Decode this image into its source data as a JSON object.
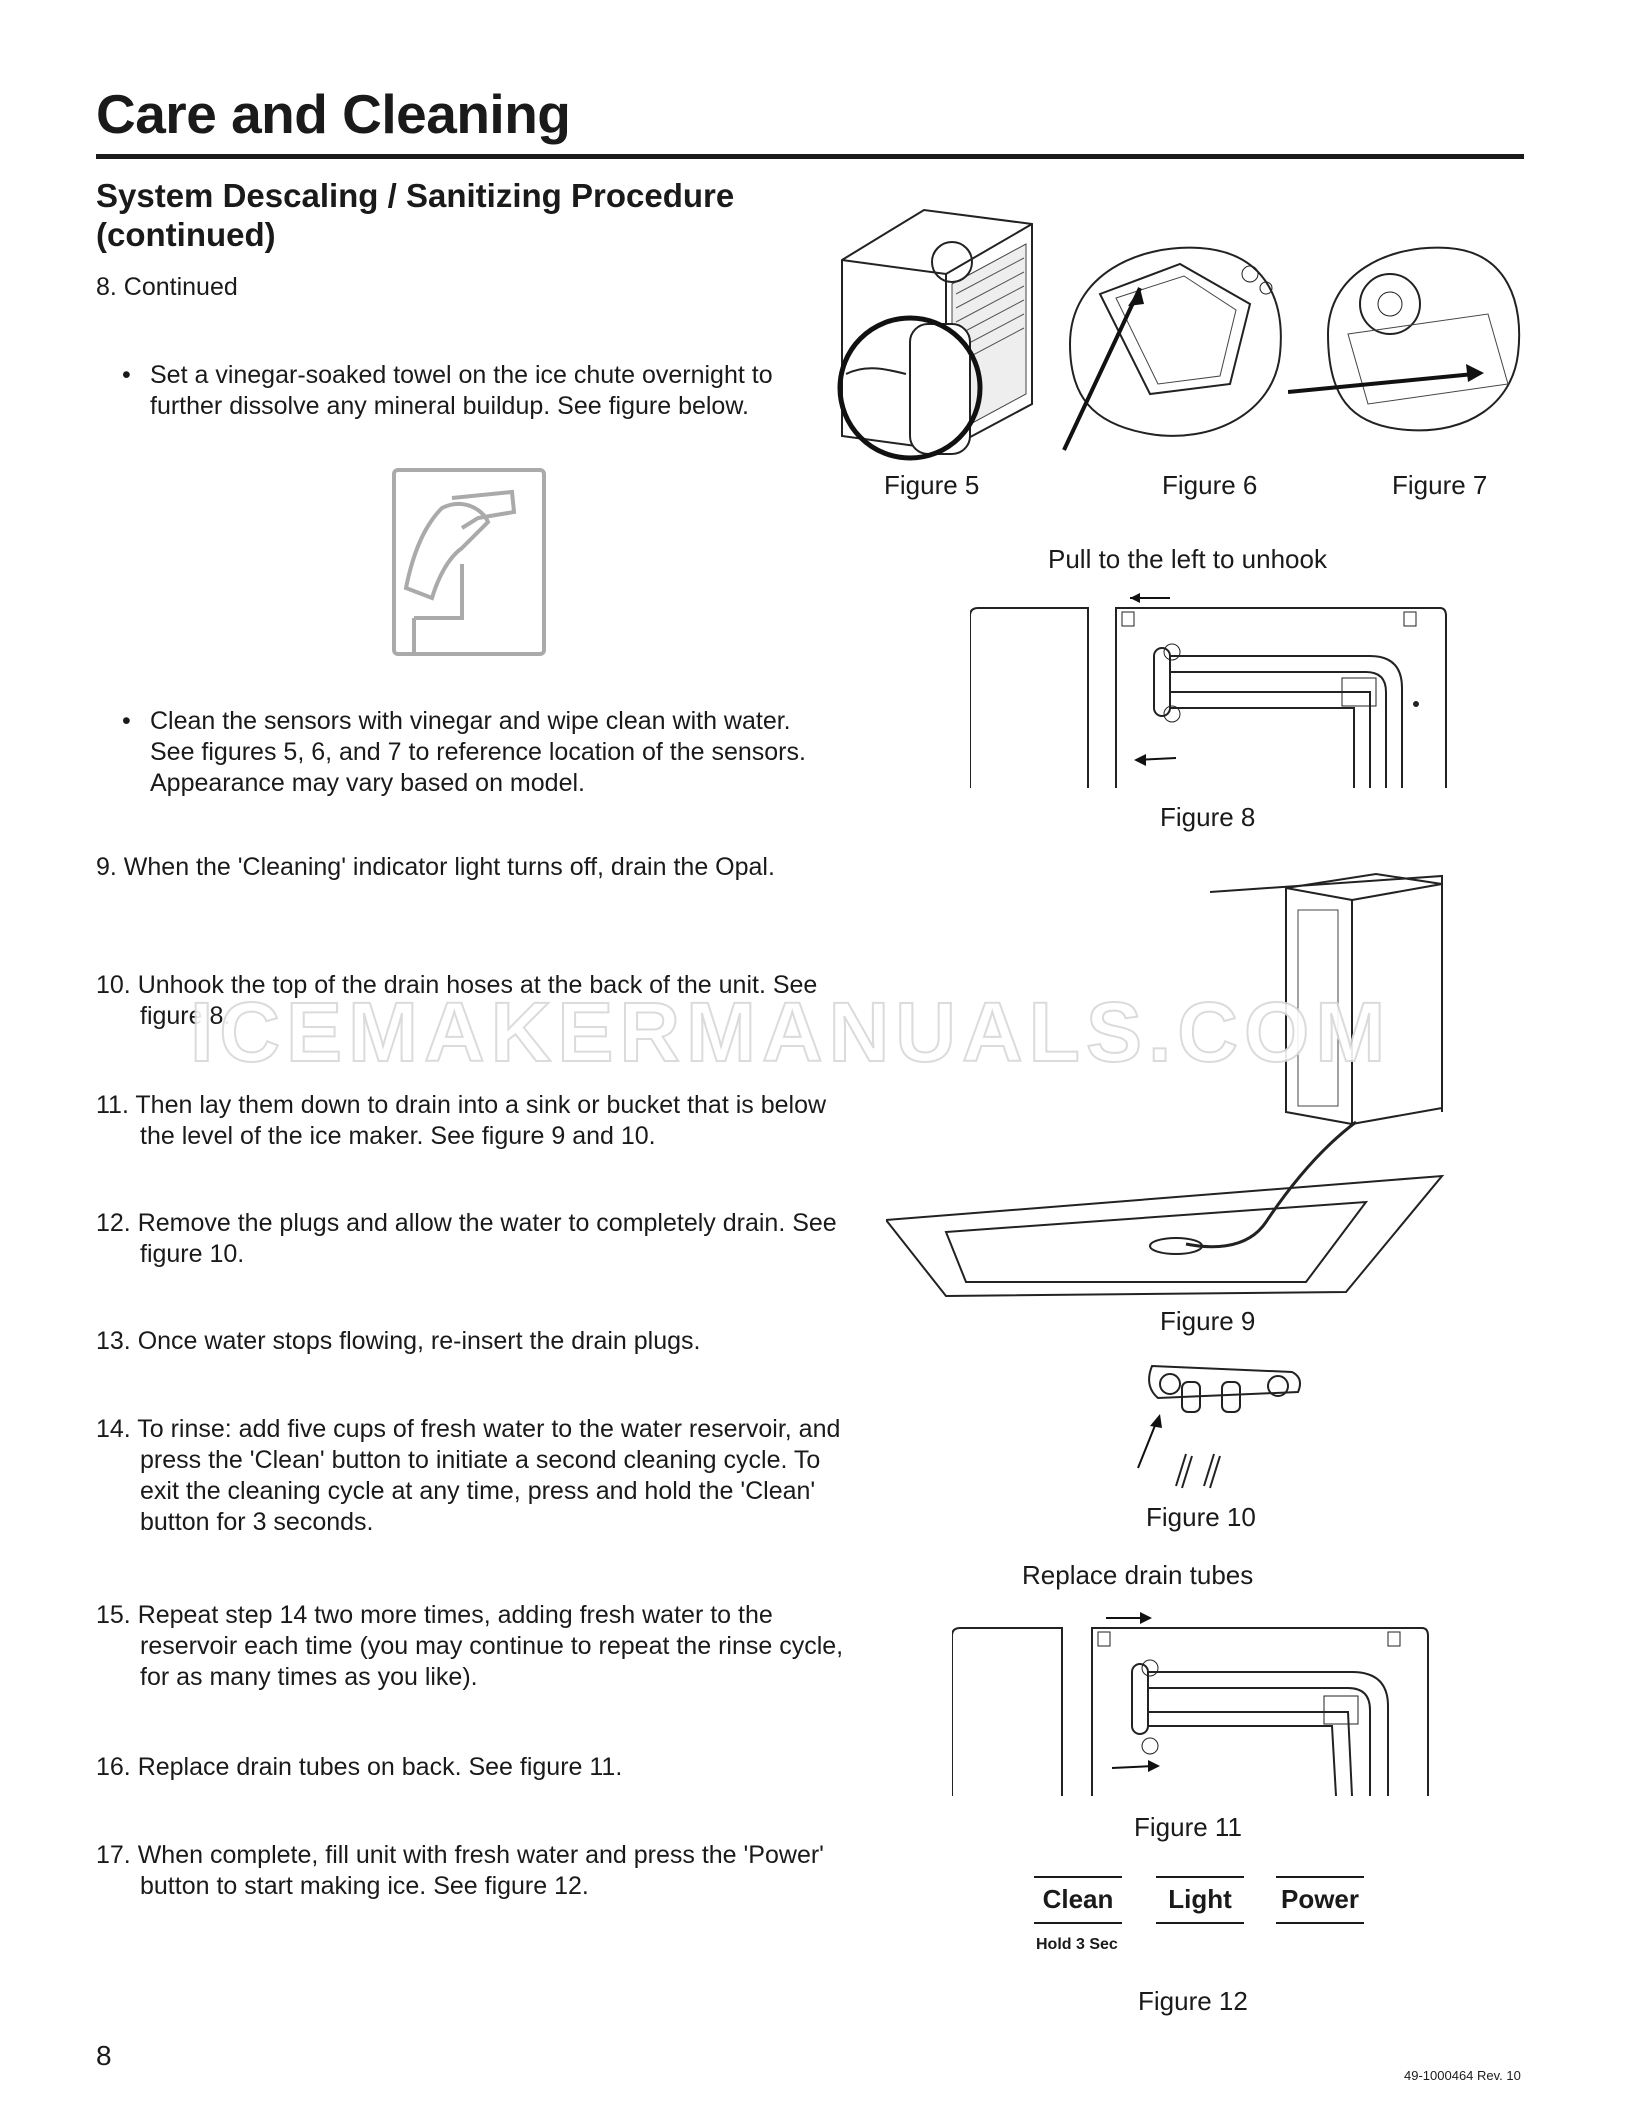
{
  "header": {
    "title": "Care and Cleaning",
    "section": "System Descaling / Sanitizing Procedure (continued)"
  },
  "steps": {
    "s8": "8. Continued",
    "b1": "Set a vinegar-soaked towel on the ice chute overnight to further dissolve any mineral buildup. See figure below.",
    "b2": "Clean the sensors with vinegar and wipe clean with water. See figures 5, 6, and 7 to reference location of the sensors. Appearance may vary based on model.",
    "s9": "9. When the 'Cleaning' indicator light turns off, drain the Opal.",
    "s10": "10. Unhook the top of the drain hoses at the back of the unit. See figure 8.",
    "s11": "11. Then lay them down to drain into a sink or bucket that is below the level of the ice maker. See figure 9 and 10.",
    "s12": "12. Remove the plugs and allow the water to completely drain. See figure 10.",
    "s13": "13. Once water stops flowing, re-insert the drain plugs.",
    "s14": "14. To rinse: add five cups of fresh water to the water reservoir, and press the 'Clean' button to initiate a second cleaning cycle. To exit the cleaning cycle at any time, press and hold the 'Clean' button for 3 seconds.",
    "s15": "15. Repeat step 14 two more times, adding fresh water to the reservoir each time (you may continue to repeat the rinse cycle, for as many times as you like).",
    "s16": "16. Replace drain tubes on back. See figure 11.",
    "s17": "17. When complete, fill unit with fresh water and press the 'Power' button to start making ice. See figure 12."
  },
  "figures": {
    "f5": "Figure 5",
    "f6": "Figure 6",
    "f7": "Figure 7",
    "f8_title": "Pull to the left to unhook",
    "f8": "Figure 8",
    "f9": "Figure 9",
    "f10": "Figure 10",
    "f11_title": "Replace drain tubes",
    "f11": "Figure 11",
    "f12": "Figure 12"
  },
  "panel": {
    "clean": "Clean",
    "light": "Light",
    "power": "Power",
    "hold": "Hold 3 Sec"
  },
  "watermark": "ICEMAKERMANUALS.COM",
  "footer": {
    "page": "8",
    "code": "49-1000464  Rev. 10"
  }
}
